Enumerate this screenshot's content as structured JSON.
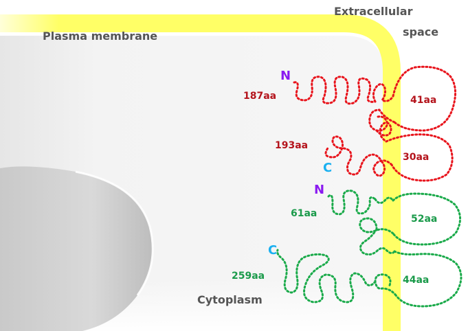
{
  "labels": {
    "plasma_membrane": "Plasma membrane",
    "extracellular_line1": "Extracellular",
    "extracellular_line2": "space",
    "cytoplasm": "Cytoplasm"
  },
  "protein_red": {
    "color": "#e8141c",
    "label_color": "#b4141c",
    "n_terminus": "N",
    "c_terminus": "C",
    "n_tail_length": "187aa",
    "c_tail_length": "193aa",
    "loop1_length": "41aa",
    "loop2_length": "30aa"
  },
  "protein_green": {
    "color": "#1aaa4a",
    "label_color": "#1a9a4a",
    "n_terminus": "N",
    "c_terminus": "C",
    "n_tail_length": "61aa",
    "c_tail_length": "259aa",
    "loop1_length": "52aa",
    "loop2_length": "44aa"
  },
  "colors": {
    "membrane": "#ffff66",
    "n_terminus": "#8a1af0",
    "c_terminus": "#1ab0f0",
    "cytoplasm_fill": "#f0f0f0",
    "nucleus": "#cfcfcf"
  }
}
